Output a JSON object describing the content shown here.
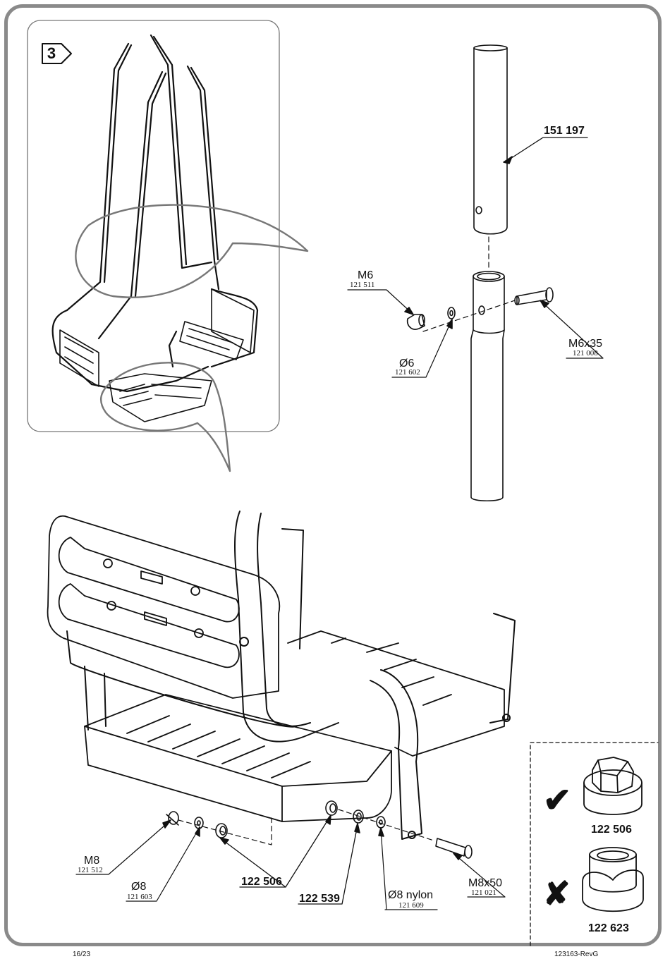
{
  "step": {
    "number": "3"
  },
  "parts": {
    "tube_upper": {
      "code": "151 197"
    },
    "nut_m6": {
      "size": "M6",
      "code": "121 511"
    },
    "washer_6": {
      "size": "Ø6",
      "code": "121 602"
    },
    "bolt_m6x35": {
      "size": "M6x35",
      "code": "121 008"
    },
    "nut_m8": {
      "size": "M8",
      "code": "121 512"
    },
    "washer_8": {
      "size": "Ø8",
      "code": "121 603"
    },
    "spacer_122506": {
      "code": "122 506"
    },
    "spacer_122539": {
      "code": "122 539"
    },
    "washer_8_nylon": {
      "size": "Ø8 nylon",
      "code": "121 609"
    },
    "bolt_m8x50": {
      "size": "M8x50",
      "code": "121 021"
    }
  },
  "comparison": {
    "correct": {
      "mark": "✔",
      "code": "122 506"
    },
    "wrong": {
      "mark": "✘",
      "code": "122 623"
    }
  },
  "footer": {
    "page": "16/23",
    "doc_ref": "123163-RevG"
  }
}
